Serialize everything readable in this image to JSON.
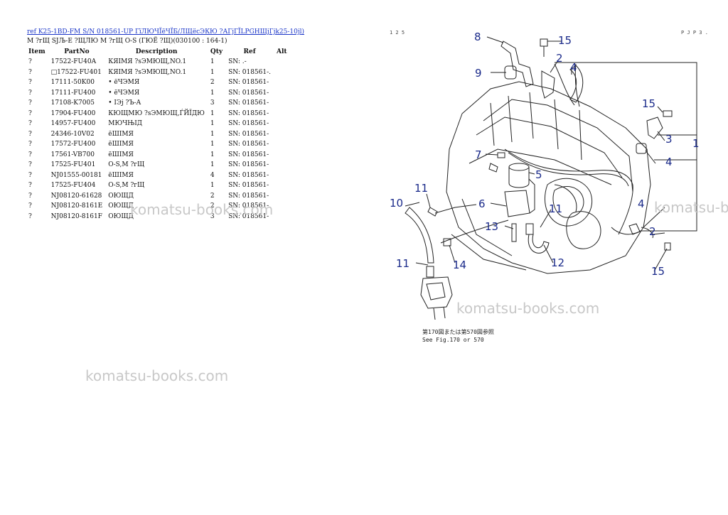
{
  "header": {
    "link_text": "ref K25-1BD-FM S/N 018561-UP ГїЛЮЧЇёЧЇБ/ЛЩёсЭКЮ ?АГјГЇLPGНЩјГjk25-10jl)",
    "subtitle": "М ?гЩ SJЉ-Е ?ЩЛЮ М ?гЩ О-S (ГЮЁ ?Щ)(030100 : 164-1)"
  },
  "top_marks": {
    "left": "1 2 5",
    "right": "Р J Р 3 ."
  },
  "table": {
    "columns": [
      "Item",
      "PartNo",
      "Description",
      "Qty",
      "Ref",
      "Alt"
    ],
    "rows": [
      {
        "item": "?",
        "part": "17522-FU40A",
        "desc": "КЯІМЯ ?sЭМЮЩ,NO.1",
        "qty": "1",
        "ref": "SN: .-"
      },
      {
        "item": "?",
        "part": "□17522-FU401",
        "desc": "КЯІМЯ ?sЭМЮЩ,NO.1",
        "qty": "1",
        "ref": "SN: 018561-."
      },
      {
        "item": "?",
        "part": "17111-50K00",
        "desc": "• ёЧЭМЯ",
        "qty": "2",
        "ref": "SN: 018561-"
      },
      {
        "item": "?",
        "part": "17111-FU400",
        "desc": "• ёЧЭМЯ",
        "qty": "1",
        "ref": "SN: 018561-"
      },
      {
        "item": "?",
        "part": "17108-K7005",
        "desc": "• ІЭј ?Ъ-А",
        "qty": "3",
        "ref": "SN: 018561-"
      },
      {
        "item": "?",
        "part": "17904-FU400",
        "desc": "КЮЩМЮ ?sЭМЮЩ,ЃЙЇДЮ",
        "qty": "1",
        "ref": "SN: 018561-"
      },
      {
        "item": "?",
        "part": "14957-FU400",
        "desc": "МЮЧЊІД",
        "qty": "1",
        "ref": "SN: 018561-"
      },
      {
        "item": "?",
        "part": "24346-10V02",
        "desc": "ёШІМЯ",
        "qty": "1",
        "ref": "SN: 018561-"
      },
      {
        "item": "?",
        "part": "17572-FU400",
        "desc": "ёШІМЯ",
        "qty": "1",
        "ref": "SN: 018561-"
      },
      {
        "item": "?",
        "part": "17561-VB700",
        "desc": "ёШІМЯ",
        "qty": "1",
        "ref": "SN: 018561-"
      },
      {
        "item": "?",
        "part": "17525-FU401",
        "desc": "О-S,М ?гЩ",
        "qty": "1",
        "ref": "SN: 018561-"
      },
      {
        "item": "?",
        "part": "NJ01555-00181",
        "desc": "ёШІМЯ",
        "qty": "4",
        "ref": "SN: 018561-"
      },
      {
        "item": "?",
        "part": "17525-FU404",
        "desc": "О-S,М ?гЩ",
        "qty": "1",
        "ref": "SN: 018561-"
      },
      {
        "item": "?",
        "part": "NJ08120-61628",
        "desc": "ОЮЩД",
        "qty": "2",
        "ref": "SN: 018561-"
      },
      {
        "item": "?",
        "part": "NJ08120-8161E",
        "desc": "ОЮЩД",
        "qty": "2",
        "ref": "SN: 018561-"
      },
      {
        "item": "?",
        "part": "NJ08120-8161F",
        "desc": "ОЮЩД",
        "qty": "3",
        "ref": "SN: 018561-"
      }
    ]
  },
  "watermark": "komatsu-books.com",
  "diagram": {
    "callouts": [
      "8",
      "15",
      "2",
      "4",
      "9",
      "15",
      "3",
      "1",
      "7",
      "5",
      "4",
      "11",
      "10",
      "6",
      "11",
      "4",
      "2",
      "13",
      "12",
      "14",
      "11",
      "15"
    ],
    "caption_jp": "第170図または第570図参照",
    "caption_en": "See Fig.170 or 570"
  },
  "colors": {
    "link": "#1a35c8",
    "callout": "#1a2a8a",
    "watermark": "#c8c8c8"
  }
}
